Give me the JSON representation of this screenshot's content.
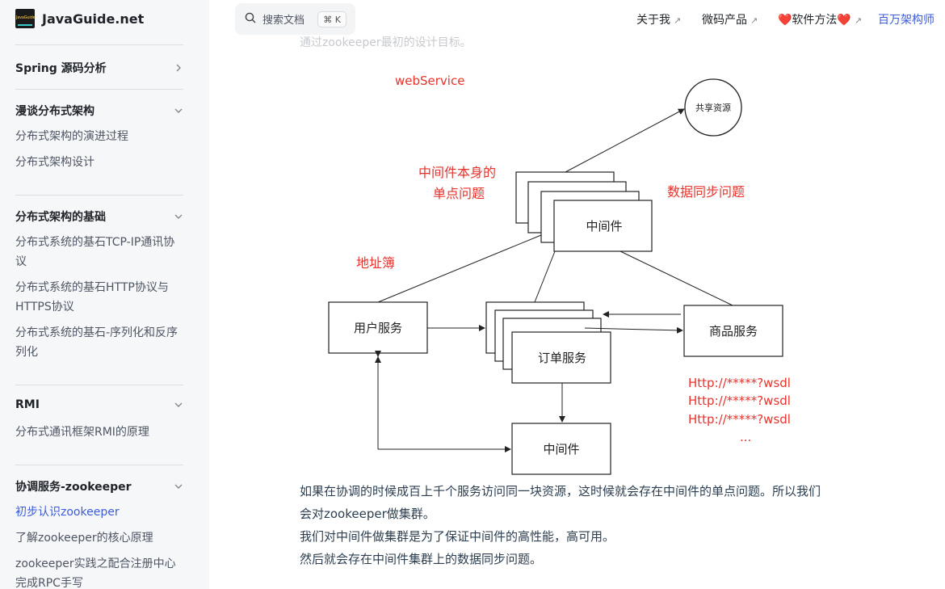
{
  "brand": {
    "name": "JavaGuide.net",
    "logo_text": "JavaGuide"
  },
  "search": {
    "placeholder": "搜索文档",
    "shortcut": "⌘ K"
  },
  "nav": [
    {
      "label": "关于我",
      "ext": "↗"
    },
    {
      "label": "微码产品",
      "ext": "↗"
    },
    {
      "label": "❤️软件方法❤️",
      "ext": "↗"
    },
    {
      "label": "百万架构师",
      "ext": ""
    }
  ],
  "sidebar": {
    "sections": [
      {
        "title": "Spring 源码分析",
        "items": []
      },
      {
        "title": "漫谈分布式架构",
        "items": [
          "分布式架构的演进过程",
          "分布式架构设计"
        ]
      },
      {
        "title": "分布式架构的基础",
        "items": [
          "分布式系统的基石TCP-IP通讯协议",
          "分布式系统的基石HTTP协议与HTTPS协议",
          "分布式系统的基石-序列化和反序列化"
        ]
      },
      {
        "title": "RMI",
        "items": [
          "分布式通讯框架RMI的原理"
        ]
      },
      {
        "title": "协调服务-zookeeper",
        "items": [
          "初步认识zookeeper",
          "了解zookeeper的核心原理",
          "zookeeper实践之配合注册中心完成RPC手写"
        ]
      }
    ],
    "item_lines": {
      "tcp": [
        "分布式系统的基石TCP-IP通讯协",
        "议"
      ],
      "http": [
        "分布式系统的基石HTTP协议与",
        "HTTPS协议"
      ],
      "ser": [
        "分布式系统的基石-序列化和反序",
        "列化"
      ],
      "rpc": [
        "zookeeper实践之配合注册中心",
        "完成RPC手写"
      ]
    }
  },
  "content": {
    "faded_line": "通过zookeeper最初的设计目标。",
    "diagram": {
      "web_service": "webService",
      "shared_resource": "共享资源",
      "mw_single_point": [
        "中间件本身的",
        "单点问题"
      ],
      "data_sync": "数据同步问题",
      "middleware": "中间件",
      "address_book": "地址簿",
      "user_service": "用户服务",
      "order_service": "订单服务",
      "product_service": "商品服务",
      "wsdl": [
        "Http://*****?wsdl",
        "Http://*****?wsdl",
        "Http://*****?wsdl",
        "..."
      ],
      "bottom_middleware": "中间件"
    },
    "paragraphs": [
      "如果在协调的时候成百上千个服务访问同一块资源，这时候就会存在中间件的单点问题。所以我们",
      "会对zookeeper做集群。",
      "我们对中间件做集群是为了保证中间件的高性能，高可用。",
      "然后就会存在中间件集群上的数据同步问题。"
    ]
  },
  "colors": {
    "accent": "#3b5bdb",
    "diagram_red": "#e8322c"
  }
}
